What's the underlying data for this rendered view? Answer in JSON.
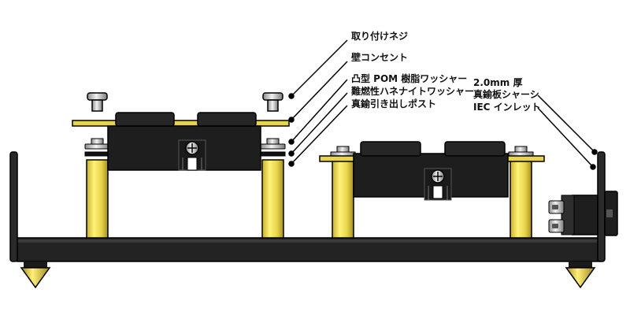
{
  "labels": {
    "screw": "取り付けネジ",
    "outlet": "壁コンセント",
    "pom_washer": "凸型 POM 樹脂ワッシャー",
    "flame_washer": "難燃性ハネナイトワッシャー",
    "brass_post": "真鍮引き出しポスト",
    "chassis_1": "2.0mm 厚",
    "chassis_2": "真鍮板シャーシ",
    "iec": "IEC インレット"
  },
  "colors": {
    "brass": "#e8d44a",
    "brass_dark": "#b8a028",
    "body": "#1e1e1e",
    "metal": "#c8c8c8",
    "line": "#000000"
  }
}
